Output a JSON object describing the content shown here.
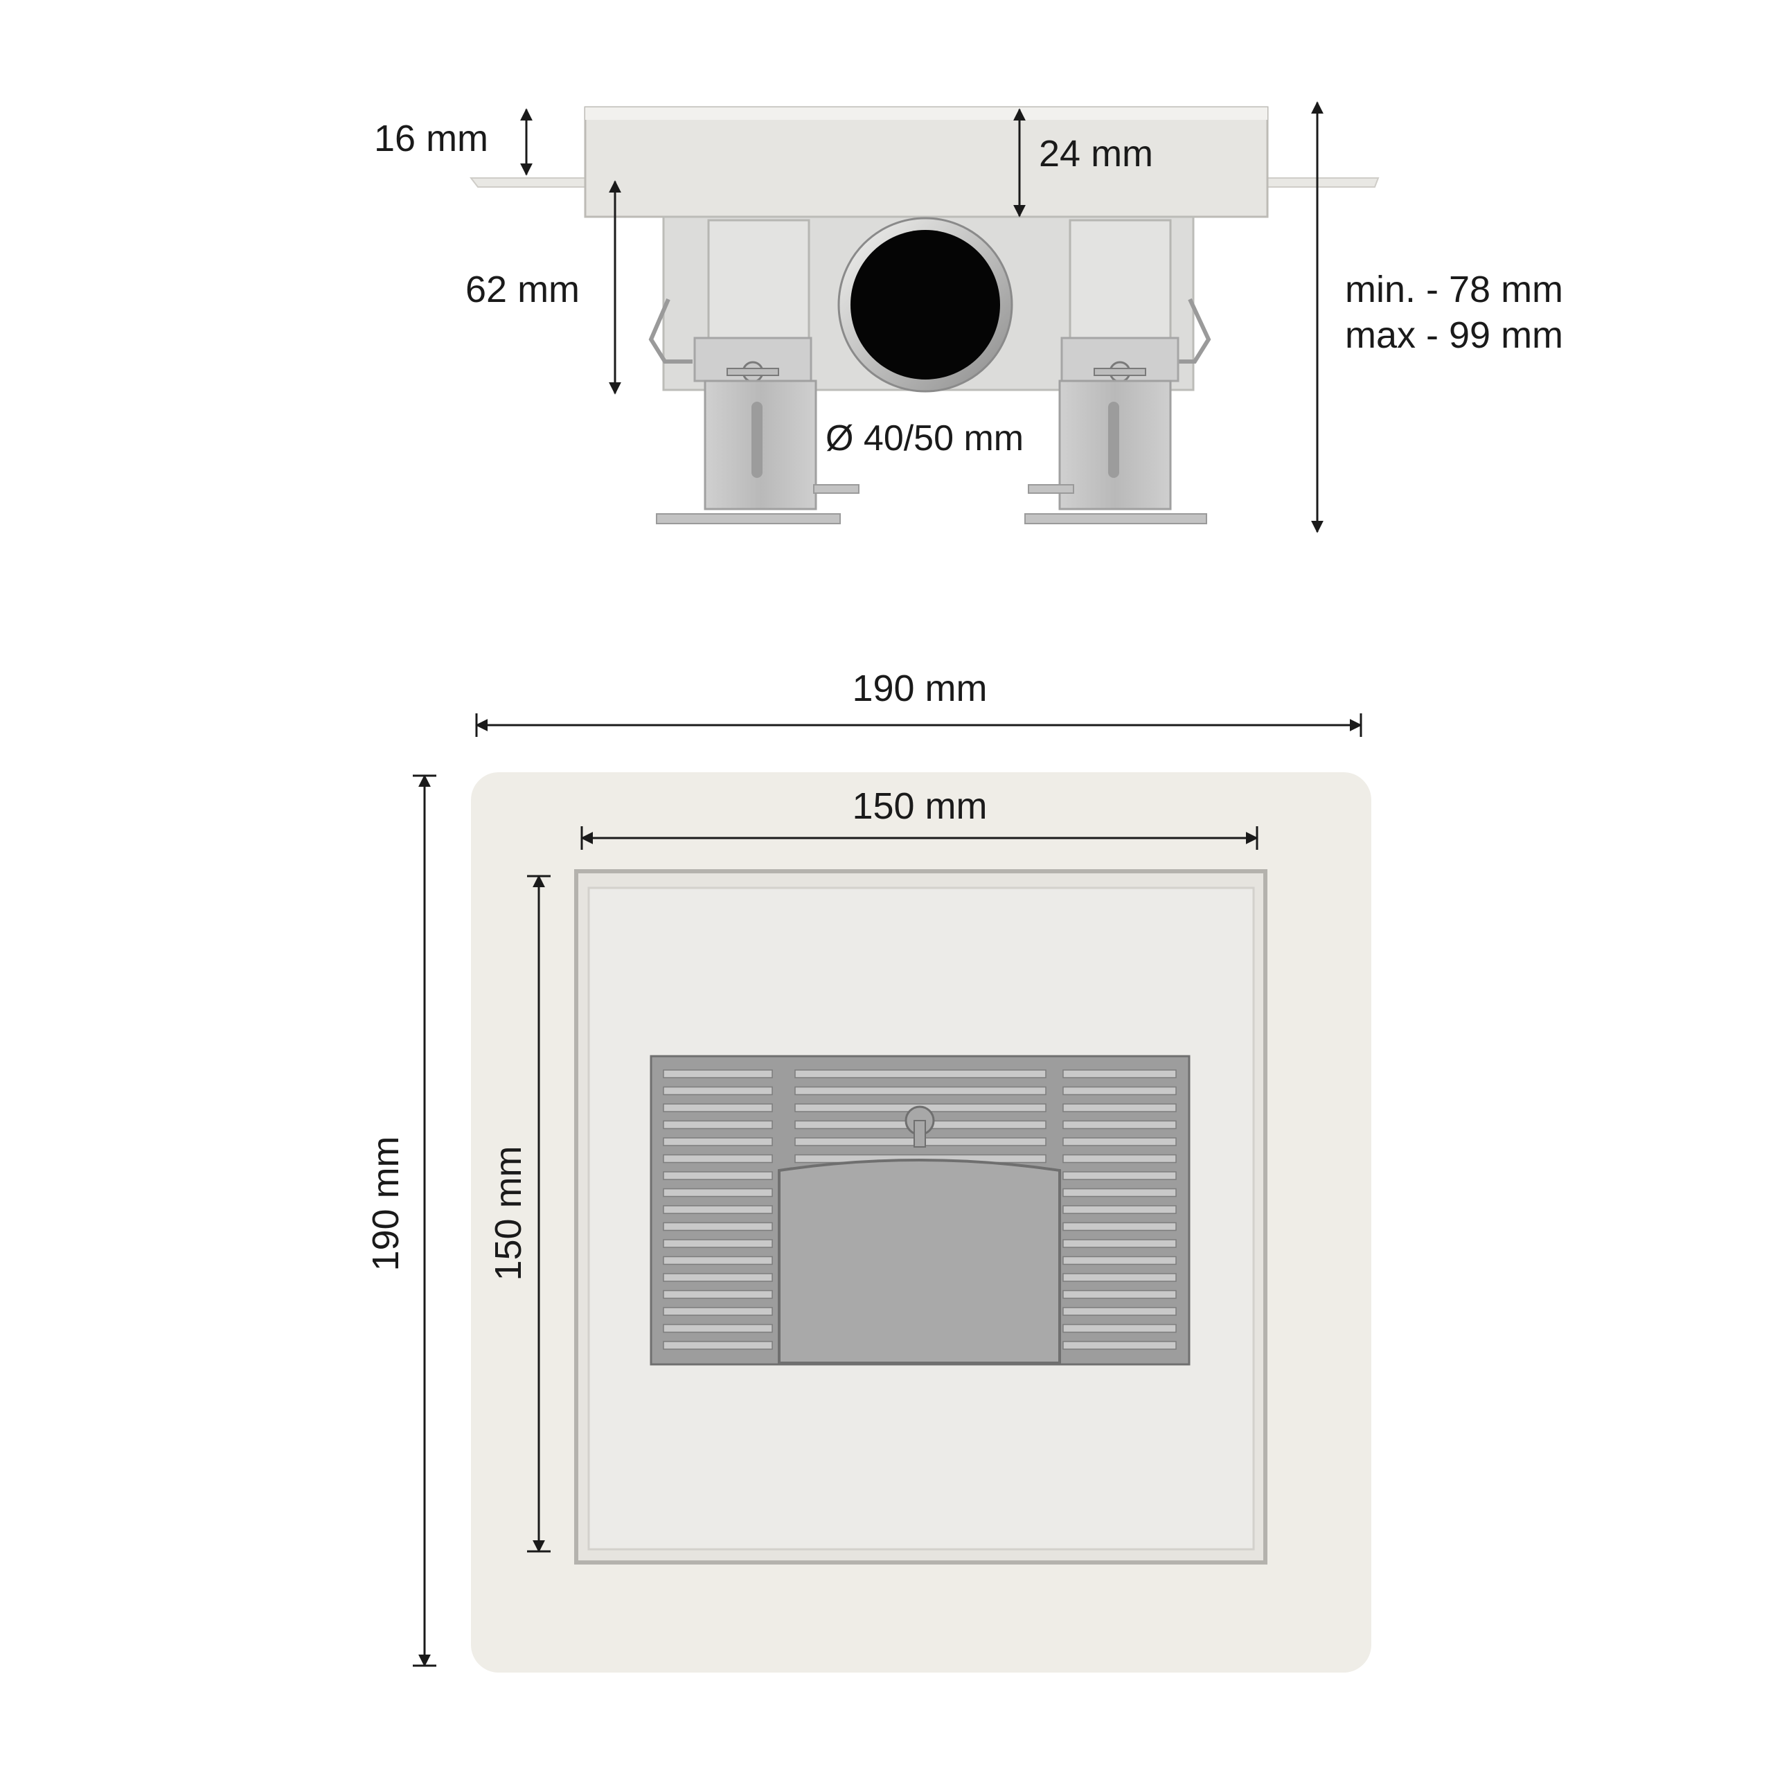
{
  "side_view": {
    "dim_flange": "16 mm",
    "dim_frame": "24 mm",
    "dim_body": "62 mm",
    "dim_outlet": "Ø 40/50 mm",
    "dim_height_min": "min. - 78 mm",
    "dim_height_max": "max - 99 mm"
  },
  "top_view": {
    "dim_outer_width": "190 mm",
    "dim_inner_width": "150 mm",
    "dim_outer_height": "190 mm",
    "dim_inner_height": "150 mm"
  },
  "colors": {
    "plate": "#efede7",
    "frame": "#e6e4df",
    "grate": "#9d9d9d",
    "outlet": "#050505",
    "dimension_line": "#1a1a1a"
  }
}
